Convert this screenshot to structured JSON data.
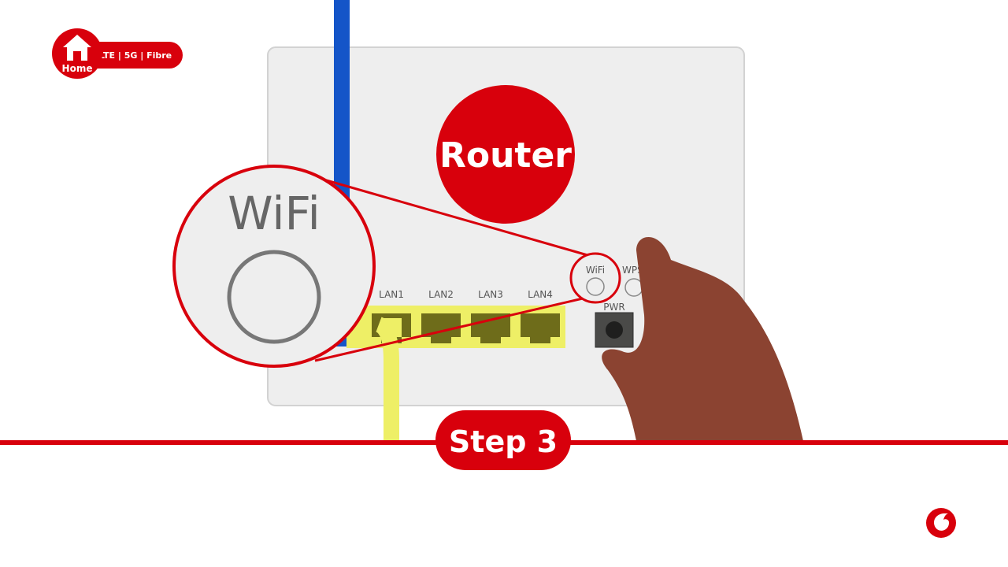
{
  "colors": {
    "brand_red": "#d8000c",
    "router_body": "#eeeeee",
    "router_border": "#d2d2d2",
    "ethernet_yellow": "#eeef66",
    "ethernet_blue": "#1455c8",
    "hand": "#8b4331",
    "port_dark": "#6e6c1a",
    "button_dark": "#4a4a48",
    "magnifier_stroke": "#777777"
  },
  "icons": {
    "home": "home-icon",
    "brand": "vodafone-logo-icon",
    "hand": "hand-pointer-icon"
  },
  "badge": {
    "home_label": "Home",
    "network_label": "LTE | 5G | Fibre"
  },
  "router": {
    "title": "Router",
    "ports": [
      {
        "label": "LAN1"
      },
      {
        "label": "LAN2"
      },
      {
        "label": "LAN3"
      },
      {
        "label": "LAN4"
      }
    ],
    "buttons": {
      "wifi": "WiFi",
      "wps": "WPS",
      "power": "PWR"
    }
  },
  "magnifier": {
    "label": "WiFi"
  },
  "step": {
    "label": "Step 3"
  }
}
